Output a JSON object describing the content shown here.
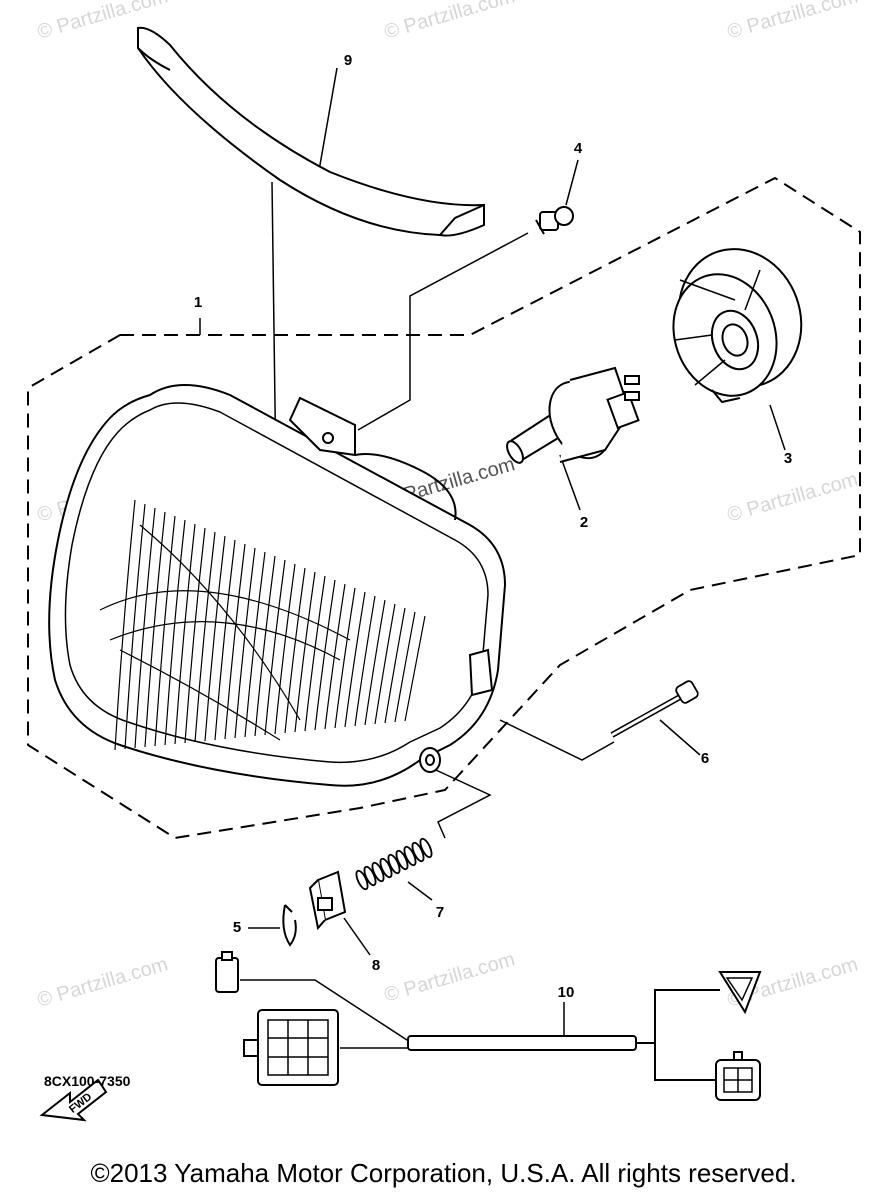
{
  "watermark": "© Partzilla.com",
  "callouts": [
    "1",
    "2",
    "3",
    "4",
    "5",
    "6",
    "7",
    "8",
    "9",
    "10"
  ],
  "fwd_label": "FWD",
  "diagram_code": "8CX100-7350",
  "copyright": "©2013 Yamaha Motor Corporation, U.S.A. All rights reserved."
}
